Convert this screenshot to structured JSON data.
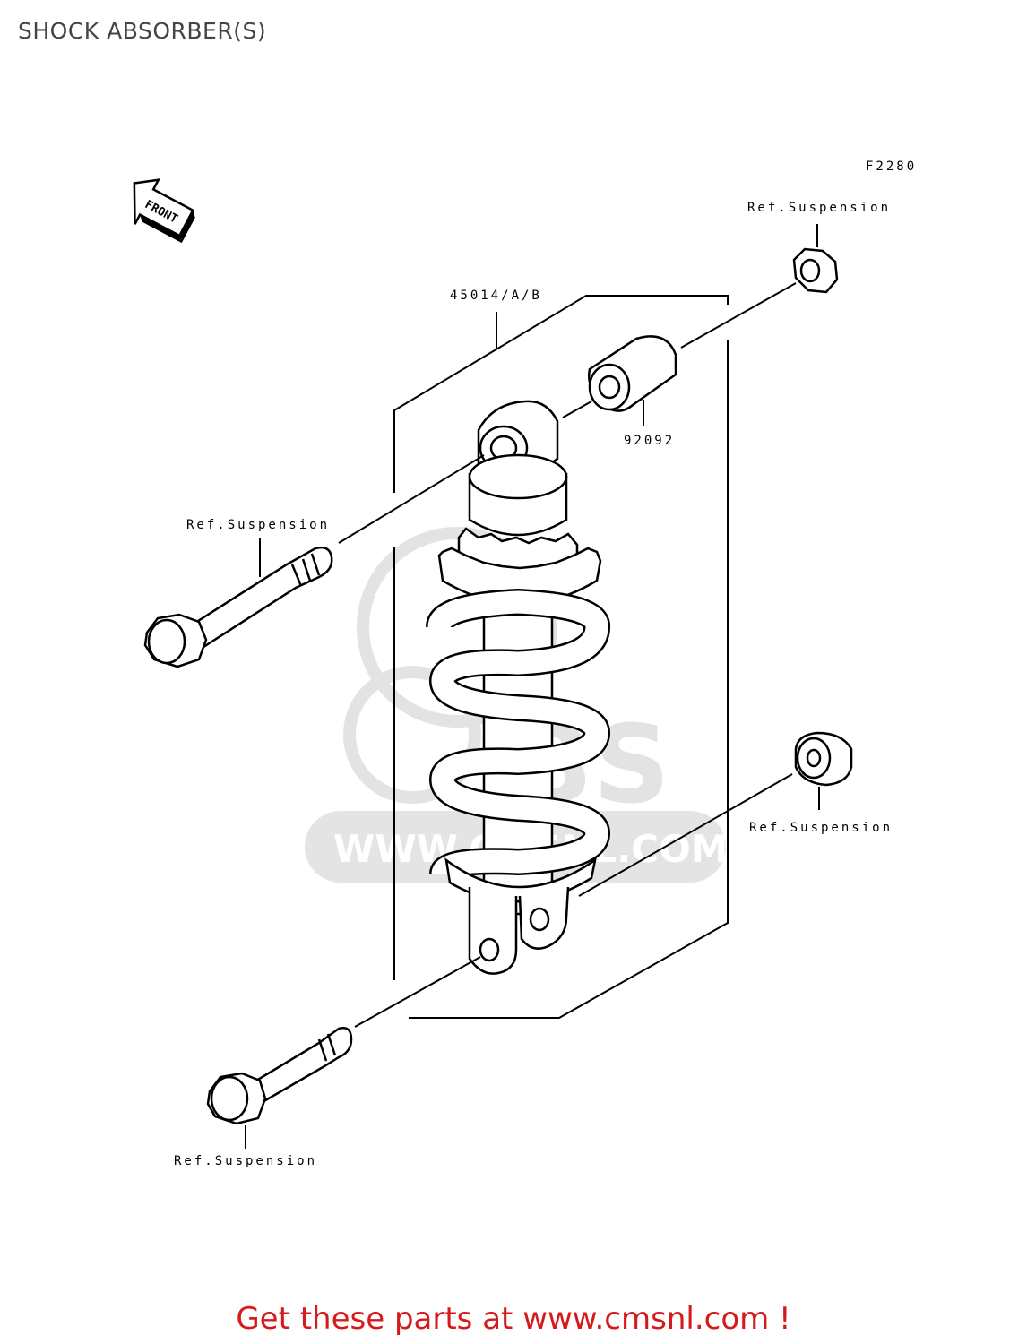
{
  "title": "SHOCK ABSORBER(S)",
  "diagram_code": "F2280",
  "front_marker": "FRONT",
  "watermark": "WWW.CMSNL.COM",
  "callouts": {
    "ref_top_right": "Ref.Suspension",
    "assembly": "45014/A/B",
    "collar": "92092",
    "ref_upper_bolt": "Ref.Suspension",
    "ref_lower_nut": "Ref.Suspension",
    "ref_lower_bolt": "Ref.Suspension"
  },
  "footer": {
    "prefix": "Get these parts at ",
    "link_text": "www.cmsnl.com",
    "suffix": " !"
  },
  "colors": {
    "footer": "#d41a1a",
    "watermark": "#d0d0d0",
    "lines": "#000000"
  }
}
